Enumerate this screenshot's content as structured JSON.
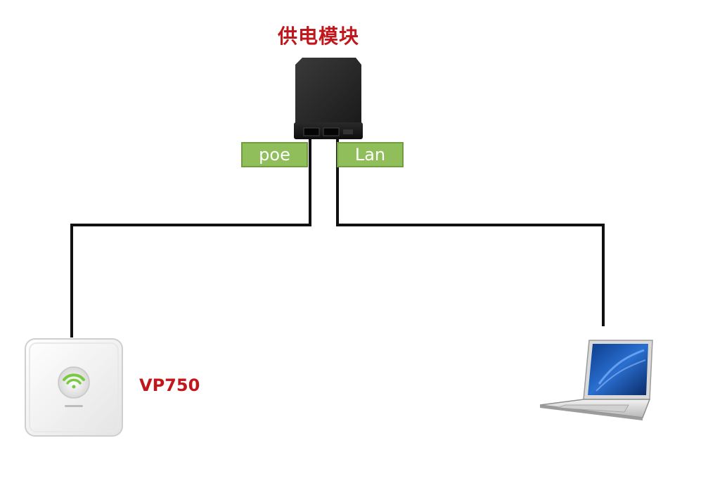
{
  "title": "供电模块",
  "ports": {
    "poe": "poe",
    "lan": "Lan"
  },
  "ap": {
    "label": "VP750"
  },
  "colors": {
    "title": "#c0161c",
    "port_fill": "#8fbe5a",
    "wire": "#111111"
  },
  "icons": {
    "power_module": "poe-injector-icon",
    "access_point": "ceiling-ap-icon",
    "laptop": "laptop-icon"
  }
}
